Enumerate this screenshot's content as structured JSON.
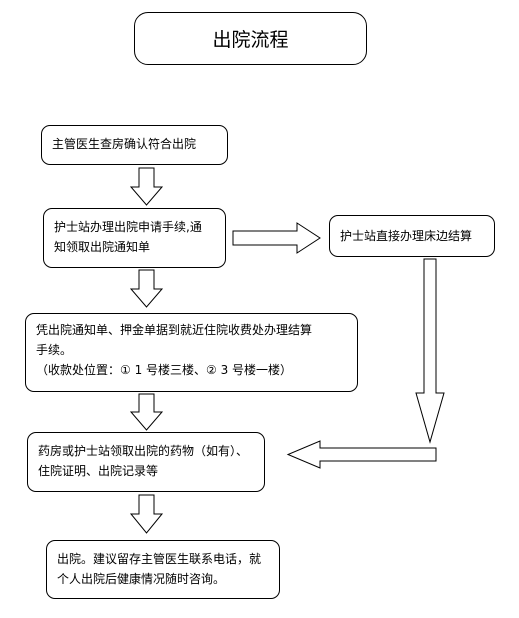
{
  "title": "出院流程",
  "steps": {
    "step1": {
      "lines": [
        "主管医生查房确认符合出院"
      ]
    },
    "step2": {
      "lines": [
        "护士站办理出院申请手续,通",
        "知领取出院通知单"
      ]
    },
    "step2b": {
      "lines": [
        "护士站直接办理床边结算"
      ]
    },
    "step3": {
      "lines": [
        "凭出院通知单、押金单据到就近住院收费处办理结算",
        "手续。",
        "（收款处位置：① 1 号楼三楼、② 3 号楼一楼）"
      ]
    },
    "step4": {
      "lines": [
        "药房或护士站领取出院的药物（如有）、",
        "住院证明、出院记录等"
      ]
    },
    "step5": {
      "lines": [
        "出院。建议留存主管医生联系电话，就",
        "个人出院后健康情况随时咨询。"
      ]
    }
  }
}
